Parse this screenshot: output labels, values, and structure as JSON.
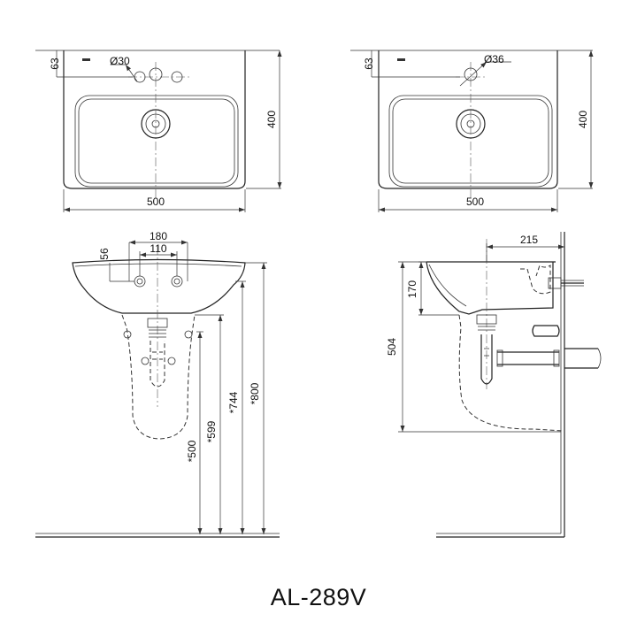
{
  "model": "AL-289V",
  "views": {
    "top_left": {
      "width": "500",
      "depth": "400",
      "hole_offset": "63",
      "hole_diameter": "Ø30"
    },
    "top_right": {
      "width": "500",
      "depth": "400",
      "hole_offset": "63",
      "hole_diameter": "Ø36"
    },
    "front": {
      "outer_span": "180",
      "inner_span": "110",
      "hole_height": "56",
      "heights": [
        "*500",
        "*599",
        "*744",
        "*800"
      ]
    },
    "side": {
      "projection": "215",
      "bowl_height": "170",
      "overall_height": "504"
    }
  }
}
